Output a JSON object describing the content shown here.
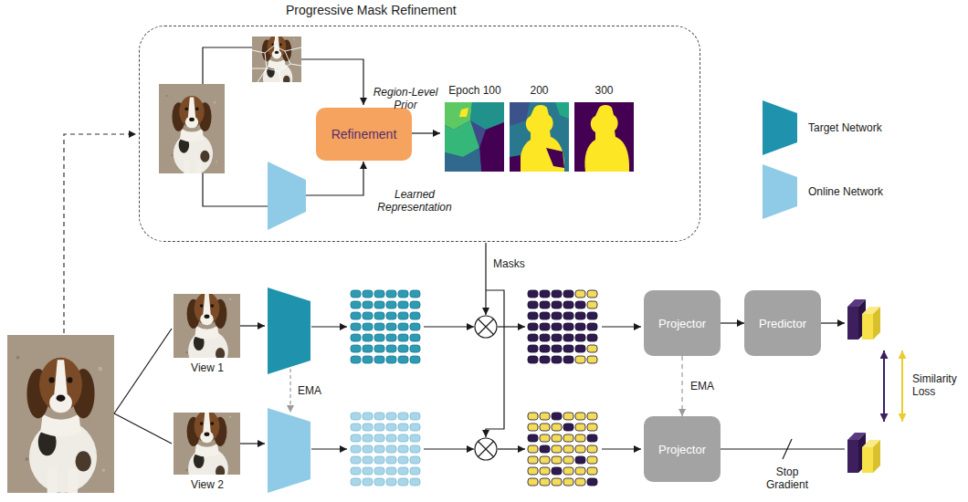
{
  "diagram": {
    "nodes": [
      {
        "text": [
          "Progressive Mask Refinement"
        ]
      },
      {
        "text": [
          "Refinement"
        ],
        "in": 0
      },
      {
        "text": [
          "Projector"
        ]
      },
      {
        "text": [
          "Predictor"
        ]
      },
      {
        "text": [
          "Projector"
        ]
      }
    ],
    "edges": [
      {
        "from": 2,
        "to": 3,
        "arrow": "to"
      },
      {
        "from": 2,
        "to": 4,
        "label": "EMA",
        "arrow": "to"
      }
    ],
    "labels": [
      "Region-Level Prior",
      "Learned Representation",
      "Epoch 100",
      "200",
      "300",
      "Masks",
      "View 1",
      "View 2",
      "EMA",
      "Similarity Loss",
      "Stop Gradient"
    ],
    "legend": [
      {
        "text": "Target Network",
        "color": "#1f93ad"
      },
      {
        "text": "Online Network",
        "color": "#8fcbe6"
      }
    ]
  }
}
